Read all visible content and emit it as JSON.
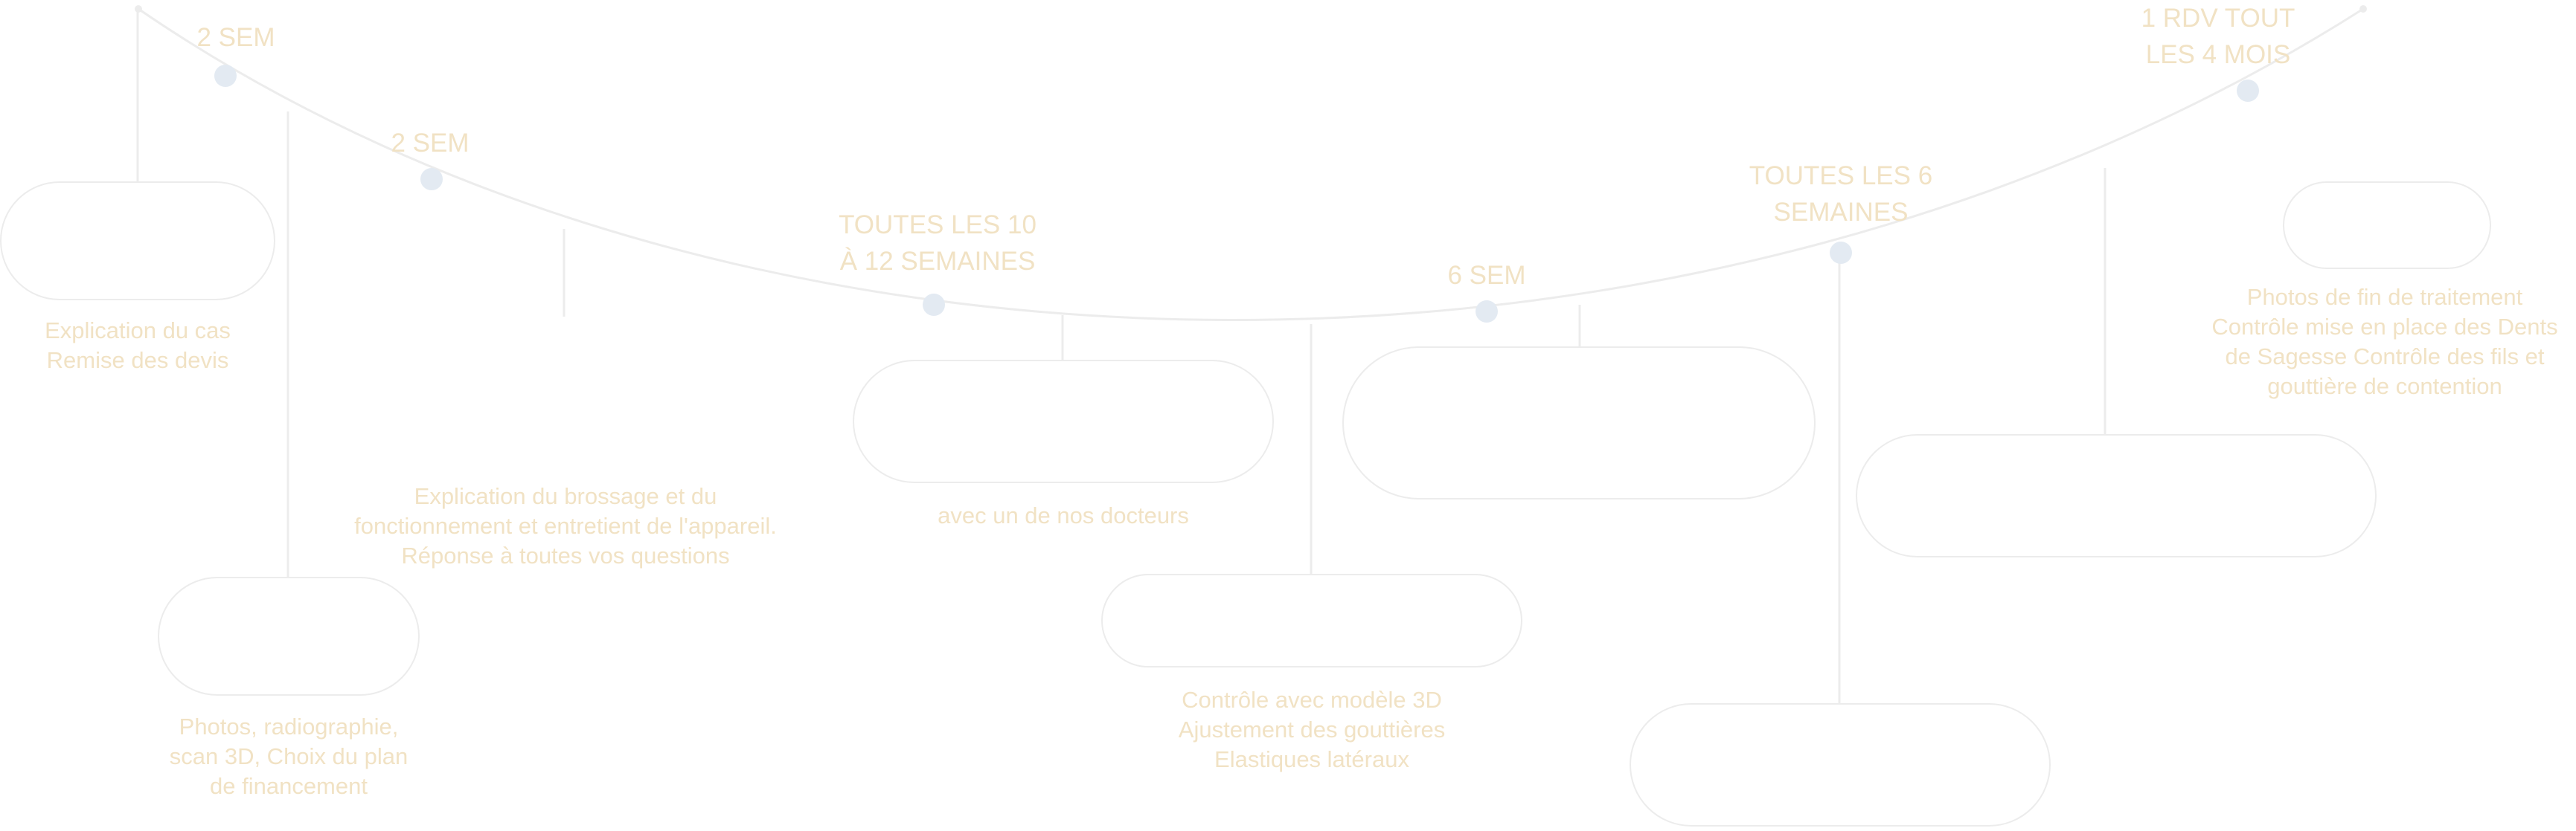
{
  "theme": {
    "text_color": "#f1e2c4",
    "line_color": "#ececec",
    "dot_color": "#e3eaf2"
  },
  "intervals": [
    [
      "2 SEM"
    ],
    [
      "2 SEM"
    ],
    [
      "TOUTES LES 10",
      "À 12 SEMAINES"
    ],
    [
      "6 SEM"
    ],
    [
      "TOUTES LES 6",
      "SEMAINES"
    ],
    [
      "1 RDV TOUT",
      "LES 4 MOIS"
    ]
  ],
  "steps": [
    {
      "lines": [
        "Explication du cas",
        "Remise des devis"
      ]
    },
    {
      "lines": [
        "Photos, radiographie,",
        "scan 3D, Choix du plan",
        "de financement"
      ]
    },
    {
      "lines": [
        "Explication du brossage et du",
        "fonctionnement et entretient de l'appareil.",
        "Réponse à toutes vos questions"
      ]
    },
    {
      "lines": [
        "avec un de nos docteurs"
      ]
    },
    {
      "lines": [
        "Contrôle avec modèle 3D",
        "Ajustement des gouttières",
        "Elastiques latéraux"
      ]
    },
    {
      "lines": []
    },
    {
      "lines": []
    },
    {
      "lines": []
    },
    {
      "lines": [
        "Photos de fin de traitement",
        "Contrôle mise en place des Dents",
        "de Sagesse Contrôle des fils et",
        "gouttière de contention"
      ]
    }
  ]
}
